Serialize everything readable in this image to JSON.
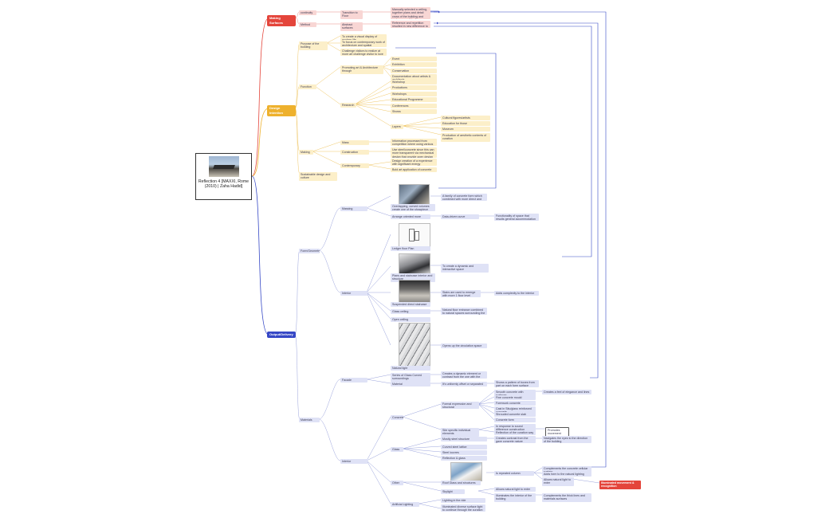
{
  "root": {
    "title": "Reflection 4 [MAXXI, Rome (2010) | Zaha Hadid]",
    "image": "building-photo"
  },
  "colors": {
    "red_branch": "#e4453b",
    "yellow_branch": "#eeb12d",
    "blue_branch": "#3648c6",
    "connector": "#6b74c9"
  },
  "branches": {
    "red": {
      "label": "Making Surfaces",
      "continuity": "continuity",
      "continuity_child": "Transition to Floor",
      "continuity_note": "Manually selected a ceiling, together plans and detail cross of the building and make accessible diagram out of the complex part",
      "method": "Method",
      "method_child": "Abstract surfaces",
      "method_note": "Reference and repetition resulted in new difference to form movements"
    },
    "yellow": {
      "label": "Design Intention",
      "purpose": "Purpose of the building",
      "purpose_items": [
        "To create a visual display of modern life",
        "To focus on contemporary work of architecture and spatial movement",
        "Challenge visitors to realize at more art challenge visitor to love where"
      ],
      "function": "Function",
      "function_group": "Promoting art & Architecture through",
      "function_items": [
        "Event",
        "Exhibition",
        "Conservation",
        "Documentation about artists & architects"
      ],
      "function_more": "Research",
      "function_more_items": [
        "Workshop",
        "Productions",
        "Workshops",
        "Educational Programme",
        "Conferences",
        "Shows"
      ],
      "layers_label": "Layers",
      "layers_items": [
        "Cultural figures/artists",
        "Education for those",
        "Museum",
        "Production of aesthetic contents of curation"
      ],
      "making": "Making",
      "making_items": [
        "Mass",
        "Construction",
        "Contemporary"
      ],
      "making_notes": [
        "Information processed from competition where using various techniques",
        "Use steel/concrete since this can more transparent via mechanical design that provide open design",
        "Design creation of a experience with significant energy",
        "Bold art application of concrete"
      ],
      "sustainable": "Sustainable design and culture"
    },
    "blue": {
      "label": "Output/Delivery",
      "form": "Form/Geometry",
      "massing": "Massing",
      "massing_caption": "Overlapping, curved volumes create one of the showpiece tunes with curtain",
      "massing_note": "A family of concrete form which combined with more direct and new behaviour",
      "massing_axis": "Arrange oriented more",
      "massing_axis_note": "Data-driven curve",
      "massing_axis_result": "Functionality of space that results general accommodation of connected systems",
      "plan_caption": "Ledger floor Plan",
      "interior_caption": "Plans and staircase interior and structure",
      "interior_note": "To create a dynamic and interactive space",
      "interior": "Interior",
      "interior2_caption": "Suspended direct staircase",
      "interior2_note": "Stairs are used to emerge with more 1 floor level",
      "interior2_result": "Adds complexity to the interior",
      "ceiling": "Glass ceiling",
      "ceiling_note": "Natural floor entrance combined to natural spaces surrounding the building",
      "open_ceiling": "Open ceiling",
      "open_ceiling_caption": "Natural light",
      "open_ceiling_note": "Opens up the circulation space",
      "materials": "Materials",
      "facade": "Facade",
      "facade_items": [
        "Series of Glass Curved surroundings",
        "Material"
      ],
      "facade_notes": [
        "Creates a dynamic element or contrast from the one with the building with outline of the building",
        "It's uniformly offset or separated"
      ],
      "facade_result": "Shows a pattern of boxes from part on each form surface",
      "concrete": "Concrete",
      "concrete_group": "Formal expression and structural qualities/fundamentals",
      "concrete_items": [
        "Smooth concrete with surfaces",
        "Fine concrete mould",
        "Formwork concrete",
        "Cast in Situ/glass reinforced concrete",
        "Shrouded concrete slab",
        "Concrete form"
      ],
      "concrete_item_note": "Creates a feel of elegance and lines",
      "concrete_specific": "Site specific individual elements",
      "concrete_specific_items": [
        "In response to sound difference construction",
        "Reflection of the curation way"
      ],
      "concrete_specific_result": "Promotes movement",
      "glass": "Glass",
      "glass_items": [
        "Mostly steel structure",
        "Curved steel lattice",
        "Steel louvres",
        "Reflection & glass"
      ],
      "glass_note": "Creates contrast from the gave concrete nature",
      "glass_result": "Navigates the eyes to the direction of the building",
      "other": "Other",
      "roof_caption": "Roof Glass and structures",
      "roof_note": "Is repeated column",
      "roof_results": [
        "Complements the concrete cellular system",
        "Adds form to the natural lighting",
        "Allows natural light to enter"
      ],
      "roof_highlight": "Illuminated movement & recognition",
      "skylight": "Skylight",
      "skylight_items": [
        "Allows natural light to enter",
        "Illuminates the interior of the building"
      ],
      "skylight_result": "Complements the thick lines and materials surfaces",
      "artificial": "Artificial Lighting",
      "artificial_items": [
        "Lighting in the ride",
        "Illuminated diverse surface light to continue through the curation spaces"
      ]
    }
  }
}
